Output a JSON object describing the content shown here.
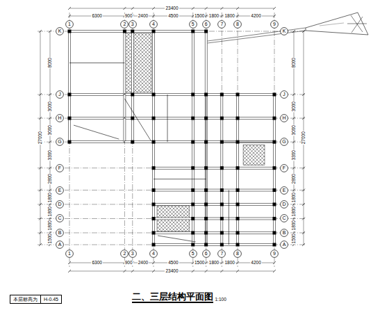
{
  "diagram": {
    "title": "二、三层结构平面图",
    "nodes": [
      {
        "text": [
          "1"
        ]
      },
      {
        "text": [
          "2"
        ]
      },
      {
        "text": [
          "3"
        ]
      },
      {
        "text": [
          "4"
        ]
      },
      {
        "text": [
          "5"
        ]
      },
      {
        "text": [
          "6"
        ]
      },
      {
        "text": [
          "7"
        ]
      },
      {
        "text": [
          "8"
        ]
      },
      {
        "text": [
          "9"
        ]
      },
      {
        "text": [
          "K"
        ]
      },
      {
        "text": [
          "J"
        ]
      },
      {
        "text": [
          "H"
        ]
      },
      {
        "text": [
          "G"
        ]
      },
      {
        "text": [
          "F"
        ]
      },
      {
        "text": [
          "E"
        ]
      },
      {
        "text": [
          "D"
        ]
      },
      {
        "text": [
          "C"
        ]
      },
      {
        "text": [
          "B"
        ]
      },
      {
        "text": [
          "A"
        ]
      },
      {
        "text": [
          "K"
        ]
      },
      {
        "text": [
          "J"
        ]
      },
      {
        "text": [
          "H"
        ]
      },
      {
        "text": [
          "G"
        ]
      },
      {
        "text": [
          "F"
        ]
      },
      {
        "text": [
          "E"
        ]
      },
      {
        "text": [
          "D"
        ]
      },
      {
        "text": [
          "C"
        ]
      },
      {
        "text": [
          "B"
        ]
      },
      {
        "text": [
          "A"
        ]
      },
      {
        "text": [
          "1"
        ]
      },
      {
        "text": [
          "2"
        ]
      },
      {
        "text": [
          "3"
        ]
      },
      {
        "text": [
          "4"
        ]
      },
      {
        "text": [
          "5"
        ]
      },
      {
        "text": [
          "6"
        ]
      },
      {
        "text": [
          "7"
        ]
      },
      {
        "text": [
          "8"
        ]
      },
      {
        "text": [
          "9"
        ]
      },
      {
        "text": [
          "本层标高为",
          "H-0.45"
        ]
      }
    ],
    "labels": [
      "6300",
      "900",
      "2400",
      "4500",
      "1500",
      "1800",
      "1800",
      "4200",
      "23400",
      "6300",
      "900",
      "2400",
      "4500",
      "1500",
      "1800",
      "1800",
      "4200",
      "23400",
      "8000",
      "3000",
      "3000",
      "3300",
      "2800",
      "1800",
      "1800",
      "1800",
      "1500",
      "27000",
      "8000",
      "3000",
      "3000",
      "3300",
      "2800",
      "1800",
      "1800",
      "1800",
      "1500",
      "27000",
      "1:100"
    ]
  }
}
